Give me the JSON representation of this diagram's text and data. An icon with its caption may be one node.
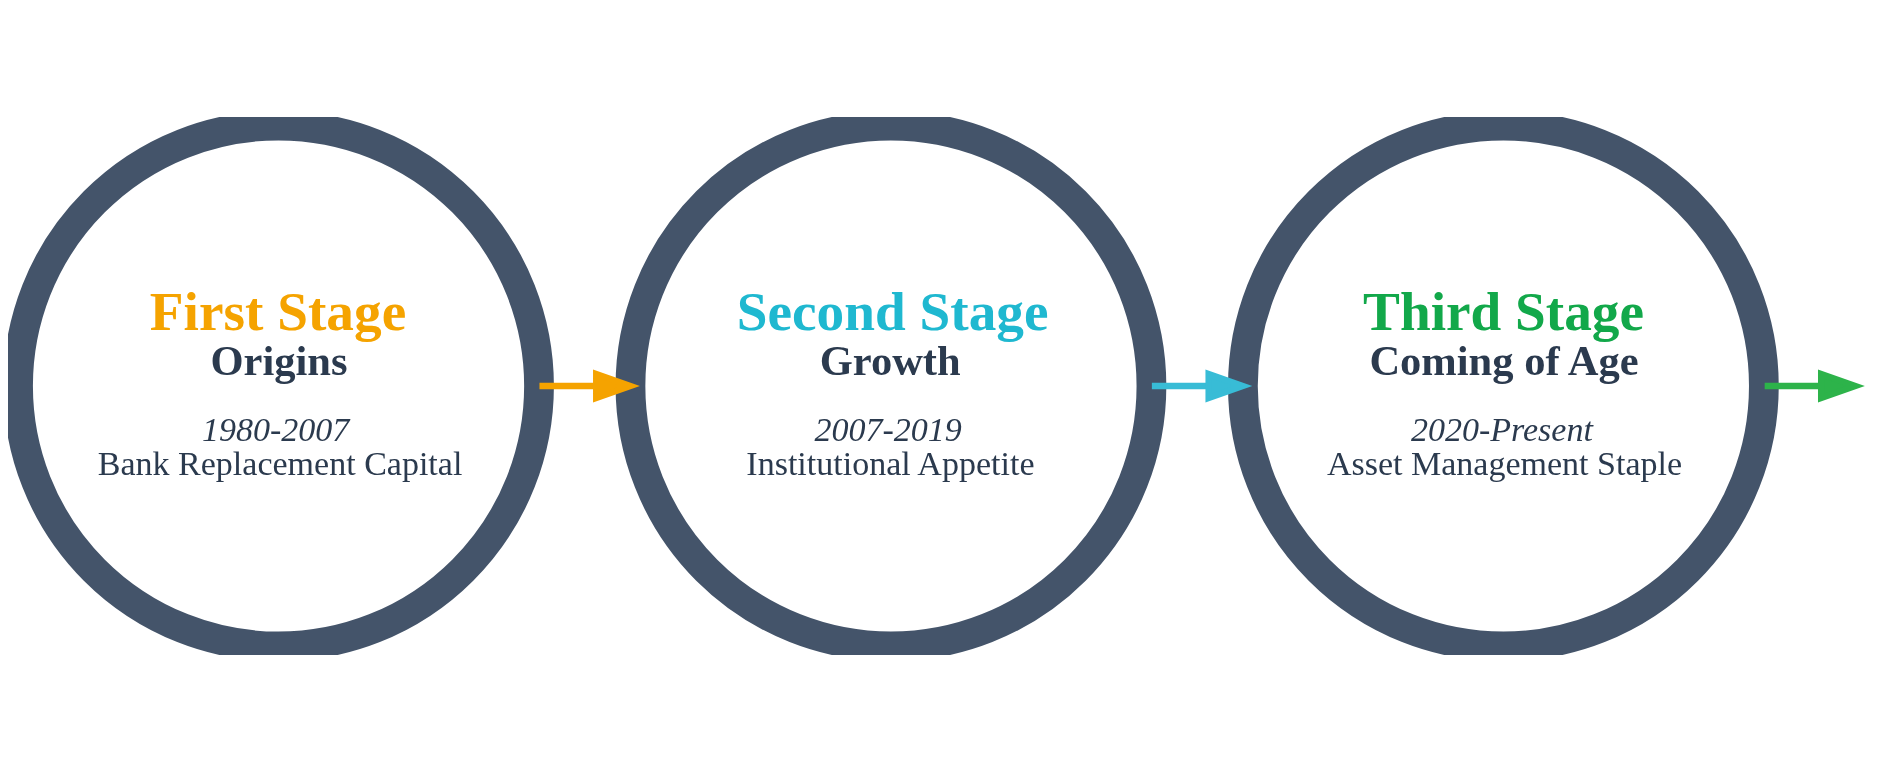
{
  "diagram": {
    "nodes": [
      {
        "text": [
          "First Stage",
          "Origins",
          "1980-2007",
          "Bank Replacement Capital"
        ]
      },
      {
        "text": [
          "Second Stage",
          "Growth",
          "2007-2019",
          "Institutional Appetite"
        ]
      },
      {
        "text": [
          "Third Stage",
          "Coming of Age",
          "2020-Present",
          "Asset Management Staple"
        ]
      }
    ],
    "edges": [
      {
        "from": 0,
        "to": 1,
        "arrow": "to",
        "color": "#f5a300"
      },
      {
        "from": 1,
        "to": 2,
        "arrow": "to",
        "color": "#38bcd6"
      },
      {
        "from": 2,
        "to": null,
        "arrow": "to",
        "color": "#2db34a"
      }
    ]
  }
}
